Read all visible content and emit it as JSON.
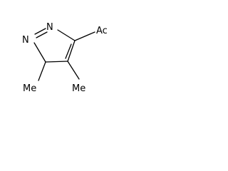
{
  "molecule": {
    "atoms": {
      "n1": "N",
      "n2": "N",
      "acetyl": "Ac",
      "methyl_c5": "Me",
      "methyl_c4": "Me"
    },
    "bonds": [
      {
        "from": "N1",
        "to": "N2",
        "order": 2
      },
      {
        "from": "N2",
        "to": "C3",
        "order": 1
      },
      {
        "from": "C3",
        "to": "C4",
        "order": 2
      },
      {
        "from": "C4",
        "to": "C5",
        "order": 1
      },
      {
        "from": "C5",
        "to": "N1",
        "order": 1
      },
      {
        "from": "C3",
        "to": "Ac",
        "order": 1
      },
      {
        "from": "C4",
        "to": "Me",
        "order": 1
      },
      {
        "from": "C5",
        "to": "Me",
        "order": 1
      }
    ]
  }
}
